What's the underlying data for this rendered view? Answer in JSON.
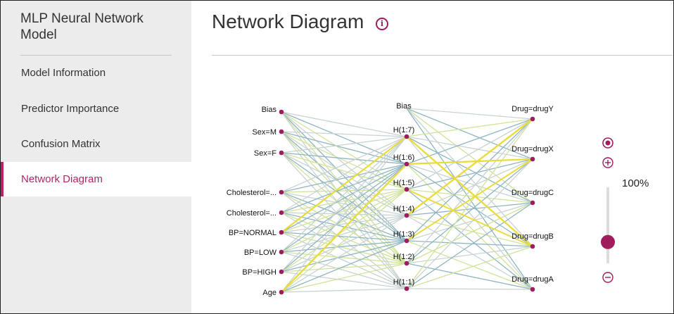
{
  "sidebar": {
    "title": "MLP Neural Network Model",
    "items": [
      {
        "label": "Model Information",
        "active": false
      },
      {
        "label": "Predictor Importance",
        "active": false
      },
      {
        "label": "Confusion Matrix",
        "active": false
      },
      {
        "label": "Network Diagram",
        "active": true
      }
    ]
  },
  "page": {
    "title": "Network Diagram",
    "info_icon": "info-icon"
  },
  "zoom": {
    "level_label": "100%",
    "level_fraction": 0.28,
    "reset_icon": "target-icon",
    "zoom_in_icon": "plus-circle-icon",
    "zoom_out_icon": "minus-circle-icon"
  },
  "colors": {
    "accent": "#b3246b",
    "node": "#a01c5f",
    "weight_strong": "#e9dc3c",
    "weight_light": "#cfe39a",
    "weight_neutral": "#c9d3d3",
    "weight_cool": "#8fb5c3"
  },
  "network": {
    "input_nodes": [
      "Bias",
      "Sex=M",
      "Sex=F",
      "Cholesterol=...",
      "Cholesterol=...",
      "BP=NORMAL",
      "BP=LOW",
      "BP=HIGH",
      "Age"
    ],
    "hidden_nodes": [
      "Bias",
      "H(1:7)",
      "H(1:6)",
      "H(1:5)",
      "H(1:4)",
      "H(1:3)",
      "H(1:2)",
      "H(1:1)"
    ],
    "output_nodes": [
      "Drug=drugY",
      "Drug=drugX",
      "Drug=drugC",
      "Drug=drugB",
      "Drug=drugA"
    ]
  }
}
